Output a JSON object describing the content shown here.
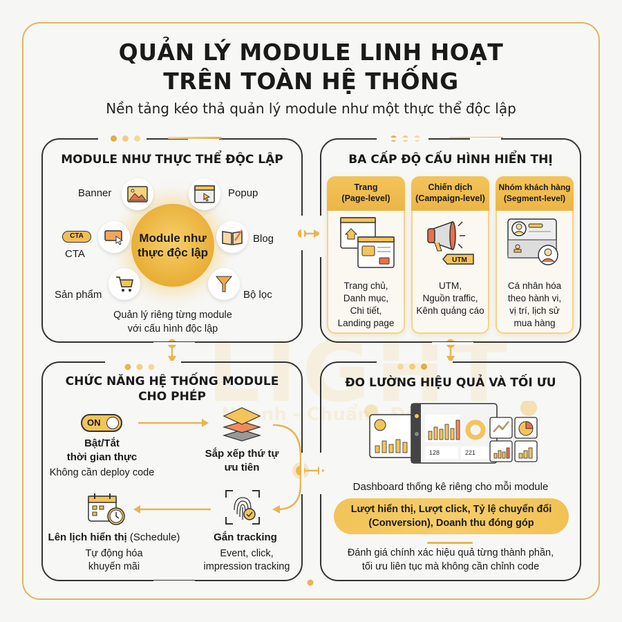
{
  "header": {
    "title_line1": "QUẢN LÝ MODULE LINH HOẠT",
    "title_line2": "TRÊN TOÀN HỆ THỐNG",
    "subtitle": "Nền tảng kéo thả quản lý module như một thực thể độc lập"
  },
  "watermark": {
    "brand": "LIGHT",
    "tagline": "Nhanh - Chuẩn - Đẹp"
  },
  "colors": {
    "accent": "#e8ae36",
    "accent_light": "#f3c45a",
    "outline": "#333333",
    "highlight": "#e9704a"
  },
  "module_card": {
    "title": "MODULE NHƯ THỰC THỂ ĐỘC LẬP",
    "hub": "Module như thực độc lập",
    "nodes": [
      {
        "label": "Banner",
        "icon": "image-icon"
      },
      {
        "label": "Popup",
        "icon": "popup-window-icon"
      },
      {
        "label": "CTA",
        "icon": "cursor-button-icon",
        "pill": "CTA"
      },
      {
        "label": "Blog",
        "icon": "open-book-icon"
      },
      {
        "label": "Sản phẩm",
        "icon": "shopping-cart-icon"
      },
      {
        "label": "Bộ lọc",
        "icon": "funnel-icon"
      }
    ],
    "note_line1": "Quản lý riêng từng module",
    "note_line2": "với cấu hình độc lập"
  },
  "levels_card": {
    "title": "BA CẤP ĐỘ CẤU HÌNH HIỂN THỊ",
    "columns": [
      {
        "head1": "Trang",
        "head2": "(Page-level)",
        "icon": "web-pages-icon",
        "lines": [
          "Trang chủ,",
          "Danh mục,",
          "Chi tiết,",
          "Landing page"
        ]
      },
      {
        "head1": "Chiến dịch",
        "head2": "(Campaign-level)",
        "icon": "megaphone-icon",
        "tag": "UTM",
        "lines": [
          "UTM,",
          "Nguồn traffic,",
          "Kênh quảng cáo"
        ]
      },
      {
        "head1": "Nhóm khách hàng",
        "head2": "(Segment-level)",
        "icon": "user-profile-icon",
        "lines": [
          "Cá nhân hóa",
          "theo hành vi,",
          "vị trí, lịch sử",
          "mua hàng"
        ]
      }
    ]
  },
  "functions_card": {
    "title_line1": "CHỨC NĂNG HỆ THỐNG MODULE",
    "title_line2": "CHO PHÉP",
    "toggle_label": "ON",
    "items": [
      {
        "title1": "Bật/Tắt",
        "title2": "thời gian thực",
        "sub": "Không cần deploy code",
        "icon": "toggle-switch-icon"
      },
      {
        "title1": "Sắp xếp thứ tự",
        "title2": "ưu tiên",
        "icon": "layers-icon"
      },
      {
        "title1": "Lên lịch hiển thị",
        "title_suffix": " (Schedule)",
        "sub1": "Tự động hóa",
        "sub2": "khuyến mãi",
        "icon": "calendar-clock-icon"
      },
      {
        "title1": "Gắn tracking",
        "sub1": "Event, click,",
        "sub2": "impression tracking",
        "icon": "fingerprint-check-icon"
      }
    ]
  },
  "metrics_card": {
    "title": "ĐO LƯỜNG HIỆU QUẢ VÀ TỐI ƯU",
    "dashboard_numbers": [
      "128",
      "221"
    ],
    "caption": "Dashboard thống kê riêng cho mỗi module",
    "metrics_line1": "Lượt hiển thị, Lượt click, Tỷ lệ chuyển đổi",
    "metrics_line2": "(Conversion), Doanh thu đóng góp",
    "footer_line1": "Đánh giá chính xác hiệu quả từng thành phần,",
    "footer_line2": "tối ưu liên tục mà không cần chỉnh code"
  }
}
